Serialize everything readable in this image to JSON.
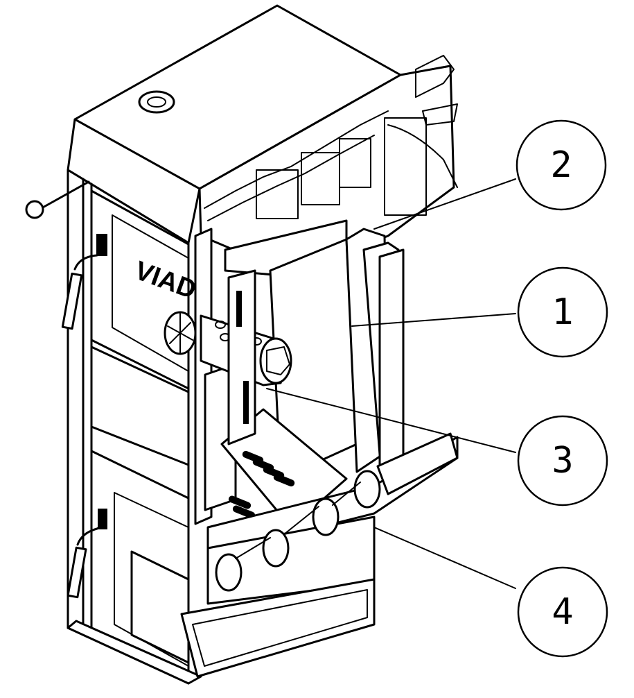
{
  "diagram": {
    "brand_text": "VIAD",
    "callouts": [
      {
        "id": "callout-2",
        "label": "2"
      },
      {
        "id": "callout-1",
        "label": "1"
      },
      {
        "id": "callout-3",
        "label": "3"
      },
      {
        "id": "callout-4",
        "label": "4"
      }
    ]
  }
}
